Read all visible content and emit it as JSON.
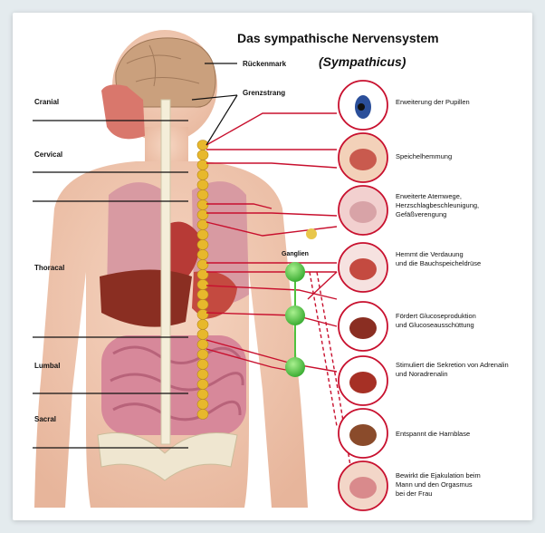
{
  "title": "Das sympathische Nervensystem",
  "subtitle": "(Sympathicus)",
  "labels": {
    "rueckenmark": "Rückenmark",
    "grenzstrang": "Grenzstrang",
    "ganglien": "Ganglien"
  },
  "regions": [
    "Cranial",
    "Cervical",
    "Thoracal",
    "Lumbal",
    "Sacral"
  ],
  "effects": [
    {
      "icon": "eye-icon",
      "lines": [
        "Erweiterung der Pupillen"
      ]
    },
    {
      "icon": "mouth-icon",
      "lines": [
        "Speichelhemmung"
      ]
    },
    {
      "icon": "lungs-icon",
      "lines": [
        "Erweiterte Atemwege,",
        "Herzschlagbeschleunigung,",
        "Gefäßverengung"
      ]
    },
    {
      "icon": "stomach-icon",
      "lines": [
        "Hemmt die Verdauung",
        "und die Bauchspeicheldrüse"
      ]
    },
    {
      "icon": "liver-icon",
      "lines": [
        "Fördert Glucoseproduktion",
        "und Glucoseausschüttung"
      ]
    },
    {
      "icon": "kidney-icon",
      "lines": [
        "Stimuliert die Sekretion von Adrenalin",
        "und Noradrenalin"
      ]
    },
    {
      "icon": "bladder-icon",
      "lines": [
        "Entspannt die Harnblase"
      ]
    },
    {
      "icon": "reproductive-icon",
      "lines": [
        "Bewirkt die Ejakulation beim",
        "Mann und den Orgasmus",
        "bei der Frau"
      ]
    }
  ],
  "colors": {
    "nerve": "#c8102e",
    "ganglion": "#4fc23f",
    "chain": "#e7b82c"
  }
}
